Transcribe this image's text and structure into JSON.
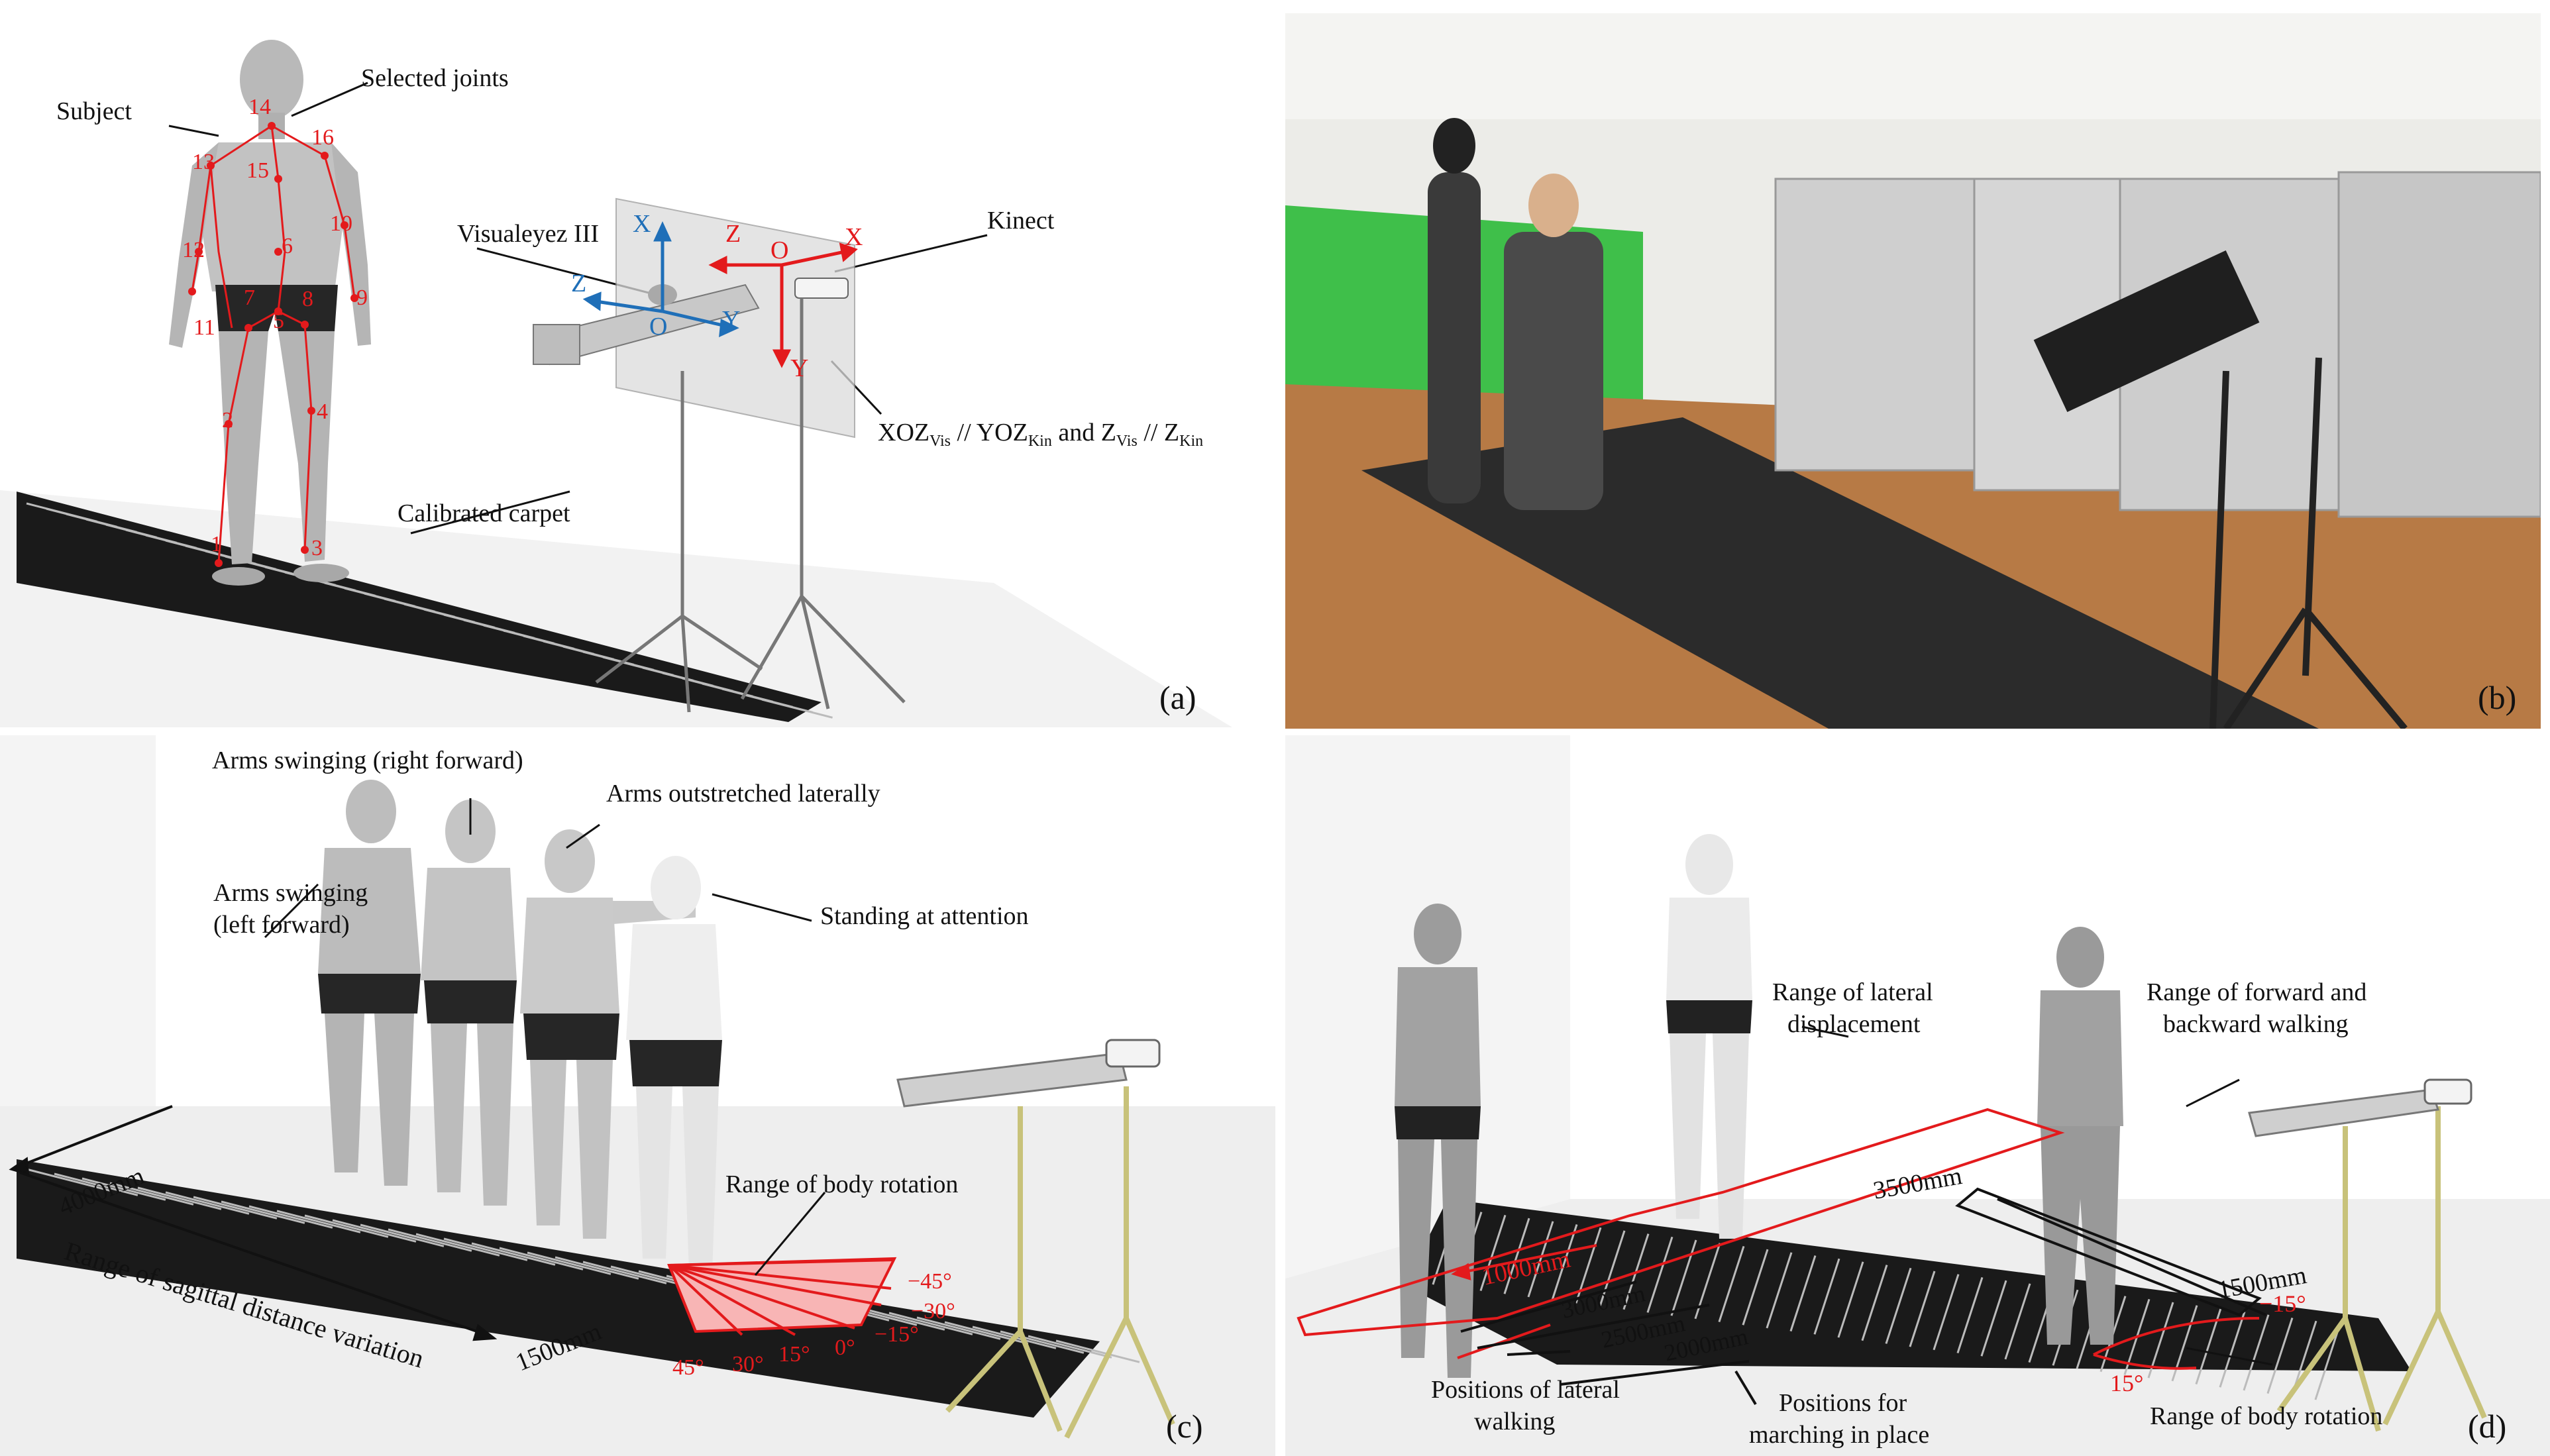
{
  "panel_a": {
    "tag": "(a)",
    "subject": "Subject",
    "selected_joints": "Selected joints",
    "visualeyez": "Visualeyez III",
    "kinect": "Kinect",
    "carpet": "Calibrated carpet",
    "relation": {
      "p1": "XOZ",
      "s1": "Vis",
      "p2": " // YOZ",
      "s2": "Kin",
      "p3": " and Z",
      "s3": "Vis",
      "p4": " // Z",
      "s4": "Kin"
    },
    "joint_numbers": [
      "1",
      "2",
      "3",
      "4",
      "5",
      "6",
      "7",
      "8",
      "9",
      "10",
      "11",
      "12",
      "13",
      "14",
      "15",
      "16"
    ],
    "vis_axes": {
      "x": "X",
      "y": "Y",
      "z": "Z",
      "o": "O"
    },
    "kin_axes": {
      "x": "X",
      "y": "Y",
      "z": "Z",
      "o": "O"
    },
    "colors": {
      "joints": "#e31a1c",
      "vis_axes": "#1f6fb8",
      "kin_axes": "#e31a1c"
    }
  },
  "panel_b": {
    "tag": "(b)"
  },
  "panel_c": {
    "tag": "(c)",
    "arms_right": "Arms swinging (right forward)",
    "arms_left_1": "Arms swinging",
    "arms_left_2": "(left forward)",
    "outstretched": "Arms outstretched laterally",
    "attention": "Standing at attention",
    "rotation_range": "Range of body rotation",
    "d4000": "4000mm",
    "d1500": "1500mm",
    "sagittal": "Range of sagittal distance variation",
    "angles": [
      "−45°",
      "−30°",
      "−15°",
      "0°",
      "15°",
      "30°",
      "45°"
    ]
  },
  "panel_d": {
    "tag": "(d)",
    "lateral_1": "Range of lateral",
    "lateral_2": "displacement",
    "forward_1": "Range of forward and",
    "forward_2": "backward walking",
    "d3500": "3500mm",
    "d1500": "1500mm",
    "d1000": "1000mm",
    "d3000": "3000mm",
    "d2500": "2500mm",
    "d2000": "2000mm",
    "pos_lateral_1": "Positions of lateral",
    "pos_lateral_2": "walking",
    "pos_march_1": "Positions for",
    "pos_march_2": "marching in place",
    "rotation": "Range of body rotation",
    "a_neg15": "−15°",
    "a_pos15": "15°"
  }
}
